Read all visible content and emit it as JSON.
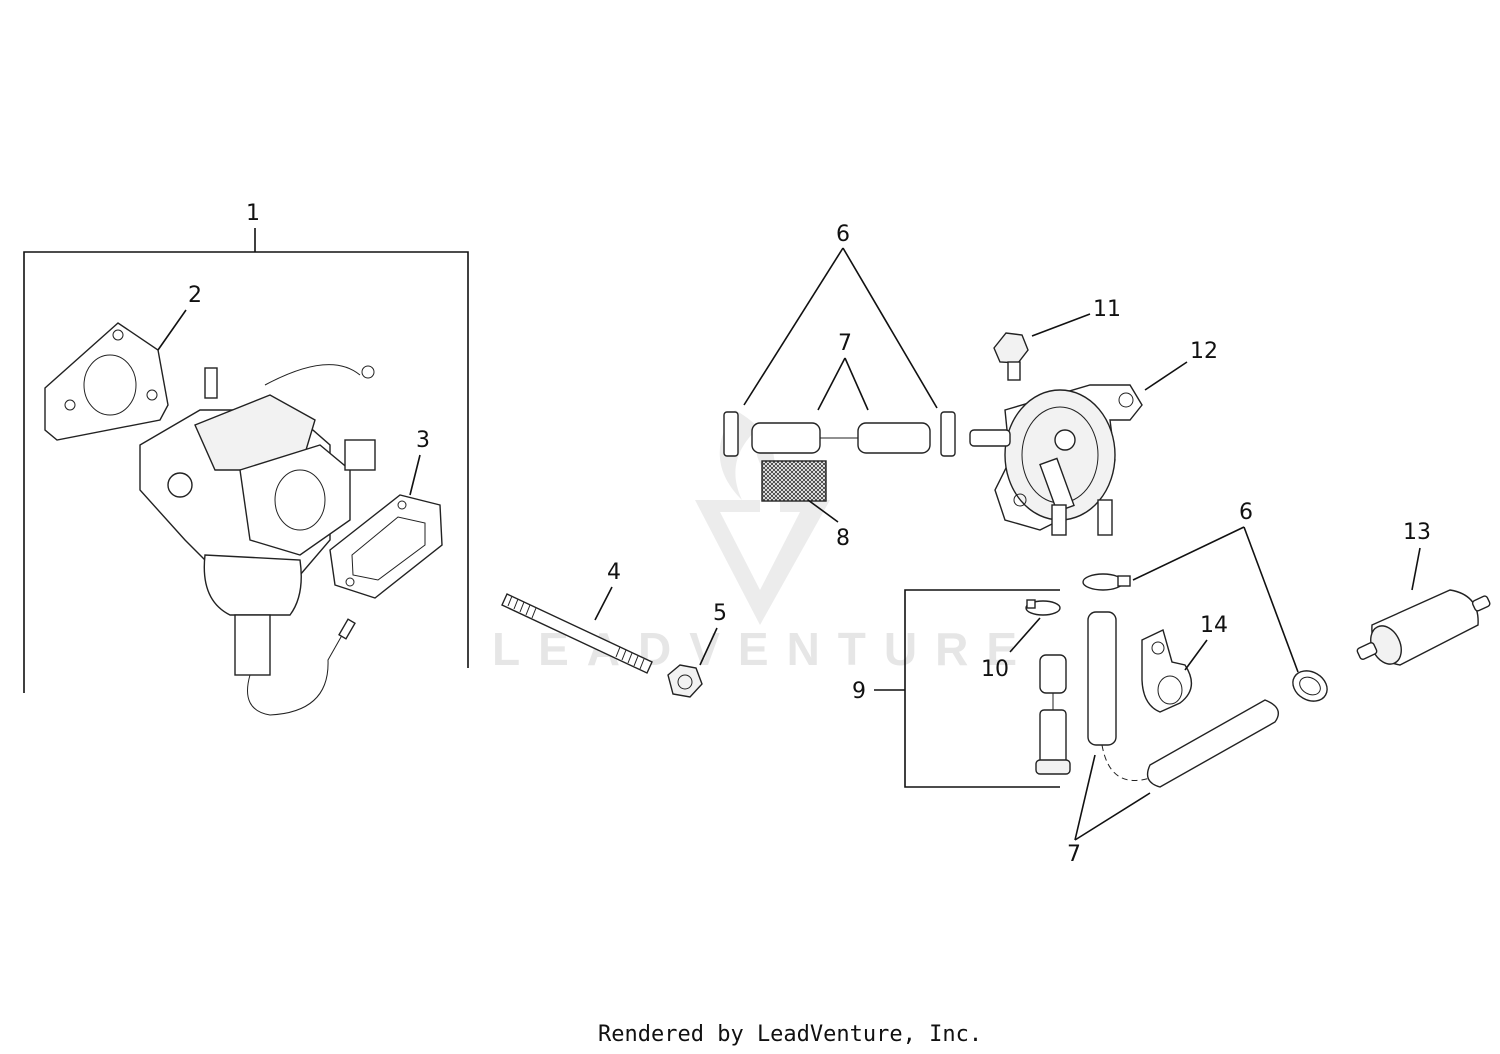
{
  "watermark": {
    "text": "LEADVENTURE"
  },
  "footer": {
    "text": "Rendered by LeadVenture, Inc."
  },
  "callouts": {
    "c1": "1",
    "c2": "2",
    "c3": "3",
    "c4": "4",
    "c5": "5",
    "c6a": "6",
    "c6b": "6",
    "c7a": "7",
    "c7b": "7",
    "c8": "8",
    "c9": "9",
    "c10": "10",
    "c11": "11",
    "c12": "12",
    "c13": "13",
    "c14": "14"
  },
  "parts": [
    {
      "ref": "1",
      "name": "carburetor-assembly"
    },
    {
      "ref": "2",
      "name": "gasket"
    },
    {
      "ref": "3",
      "name": "gasket"
    },
    {
      "ref": "4",
      "name": "stud"
    },
    {
      "ref": "5",
      "name": "nut"
    },
    {
      "ref": "6",
      "name": "clamp"
    },
    {
      "ref": "7",
      "name": "fuel-line"
    },
    {
      "ref": "8",
      "name": "screen"
    },
    {
      "ref": "9",
      "name": "fuel-line-kit"
    },
    {
      "ref": "10",
      "name": "clamp"
    },
    {
      "ref": "11",
      "name": "fitting"
    },
    {
      "ref": "12",
      "name": "fuel-pump"
    },
    {
      "ref": "13",
      "name": "fuel-filter"
    },
    {
      "ref": "14",
      "name": "clip"
    }
  ]
}
